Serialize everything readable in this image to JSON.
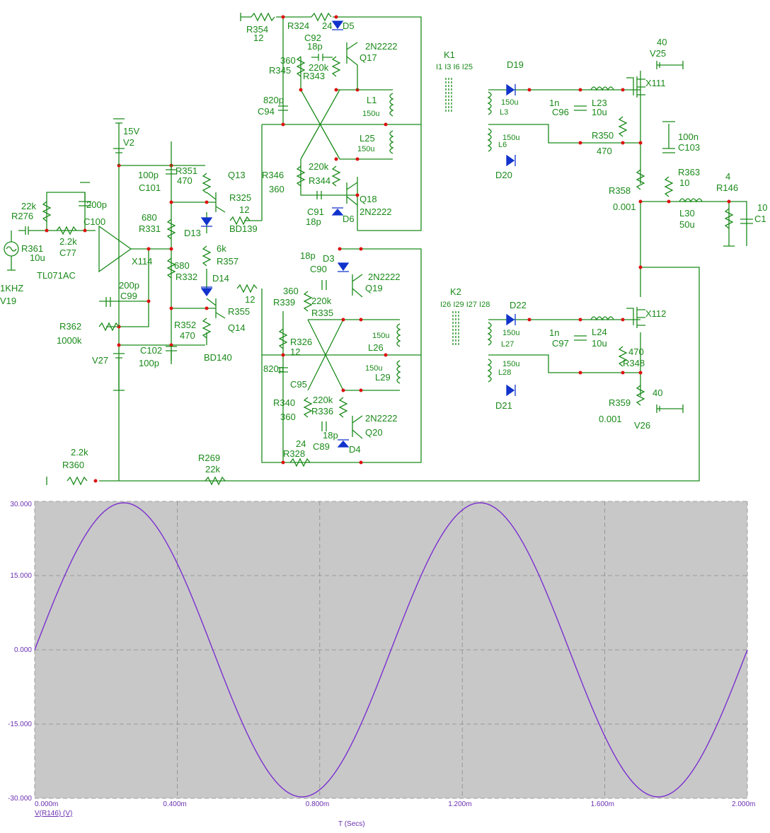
{
  "schematic": {
    "labels": {
      "R354": "R354",
      "R354_val": "12",
      "R324": "R324",
      "R324_val": "24",
      "C92": "C92",
      "C92_val": "18p",
      "D5": "D5",
      "Q17": "Q17",
      "Q17_type": "2N2222",
      "R345": "R345",
      "R345_val": "360",
      "R343": "R343",
      "R343_val": "220k",
      "L1": "L1",
      "L1_val": "150u",
      "L25": "L25",
      "L25_val": "150u",
      "C94": "C94",
      "C94_val": "820p",
      "R346": "R346",
      "R346_val": "360",
      "R344": "R344",
      "R344_val": "220k",
      "Q18": "Q18",
      "Q18_type": "2N2222",
      "C91": "C91",
      "C91_val": "18p",
      "D6": "D6",
      "K1": "K1",
      "K1_pins": "I1 I3 I6 I25",
      "D19": "D19",
      "L3": "L3",
      "L3_val": "150u",
      "L6": "L6",
      "L6_val": "150u",
      "D20": "D20",
      "C96": "C96",
      "C96_val": "1n",
      "L23": "L23",
      "L23_val": "10u",
      "R350": "R350",
      "R350_val": "470",
      "X111": "X111",
      "V25": "V25",
      "V25_val": "40",
      "C103": "C103",
      "C103_val": "100n",
      "R363": "R363",
      "R363_val": "10",
      "R358": "R358",
      "R358_val": "0.001",
      "L30": "L30",
      "L30_val": "50u",
      "R146": "R146",
      "R146_val": "4",
      "C1": "C1",
      "C1_val": "10",
      "V2": "V2",
      "V2_val": "15V",
      "R351": "R351",
      "R351_val": "470",
      "C101": "C101",
      "C101_val": "100p",
      "Q13": "Q13",
      "R325": "R325",
      "R325_val": "12",
      "BD139": "BD139",
      "R276": "R276",
      "R276_val": "22k",
      "C100": "C100",
      "C100_val": "200p",
      "R331": "R331",
      "R331_val": "680",
      "D13": "D13",
      "R357": "R357",
      "R357_val": "6k",
      "R361": "R361",
      "C77": "C77",
      "C77_val": "2.2k",
      "R361_val": "10u",
      "X114": "X114",
      "TL071AC": "TL071AC",
      "V19": "V19",
      "V19_val": "1KHZ",
      "R332": "R332",
      "R332_val": "680",
      "D14": "D14",
      "R355": "R355",
      "R355_val": "12",
      "C99": "C99",
      "C99_val": "200p",
      "Q14": "Q14",
      "R352": "R352",
      "R352_val": "470",
      "R362": "R362",
      "R362_val": "1000k",
      "C102": "C102",
      "C102_val": "100p",
      "BD140": "BD140",
      "V27": "V27",
      "C90": "C90",
      "C90_val": "18p",
      "D3": "D3",
      "Q19": "Q19",
      "Q19_type": "2N2222",
      "R339": "R339",
      "R339_val": "360",
      "R335": "R335",
      "R335_val": "220k",
      "L26": "L26",
      "L26_val": "150u",
      "L29": "L29",
      "L29_val": "150u",
      "R326": "R326",
      "R326_val": "12",
      "C95": "C95",
      "C95_val": "820p",
      "R340": "R340",
      "R340_val": "360",
      "R336": "R336",
      "R336_val": "220k",
      "Q20": "Q20",
      "Q20_type": "2N2222",
      "C89": "C89",
      "C89_val": "18p",
      "D4": "D4",
      "R328": "R328",
      "R328_val": "24",
      "K2": "K2",
      "K2_pins": "I26 I29 I27 I28",
      "D22": "D22",
      "L27": "L27",
      "L27_val": "150u",
      "L28": "L28",
      "L28_val": "150u",
      "D21": "D21",
      "C97": "C97",
      "C97_val": "1n",
      "L24": "L24",
      "L24_val": "10u",
      "R348": "R348",
      "R348_val": "470",
      "X112": "X112",
      "R359": "R359",
      "R359_val": "0.001",
      "V26": "V26",
      "V26_val": "40",
      "R360": "R360",
      "R360_val": "2.2k",
      "R269": "R269",
      "R269_val": "22k"
    }
  },
  "chart_data": {
    "type": "line",
    "title": "",
    "xlabel": "T (Secs)",
    "ylabel": "",
    "series": [
      {
        "name": "V(R146) (V)",
        "color": "#7b2fd0",
        "amplitude": 29.7,
        "frequency_hz": 1000,
        "dc_offset": 0
      }
    ],
    "xlim": [
      0.0,
      0.002
    ],
    "ylim": [
      -30.0,
      30.0
    ],
    "x_ticks": [
      "0.000m",
      "0.400m",
      "0.800m",
      "1.200m",
      "1.600m",
      "2.000m"
    ],
    "y_ticks": [
      "30.000",
      "15.000",
      "0.000",
      "-15.000",
      "-30.000"
    ],
    "grid": true,
    "legend": "V(R146) (V)",
    "colors": {
      "background": "#c8c8c8",
      "trace": "#7b2fd0",
      "text": "#6a2fb0"
    }
  }
}
